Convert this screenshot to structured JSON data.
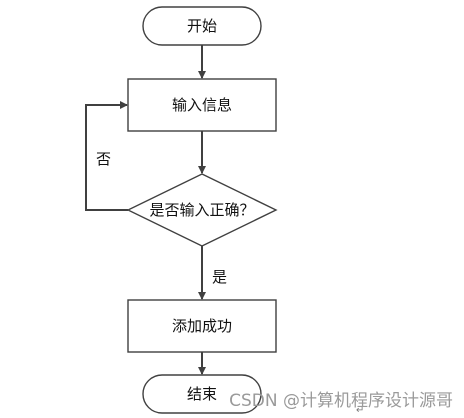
{
  "nodes": {
    "start": "开始",
    "input": "输入信息",
    "decision": "是否输入正确？",
    "success": "添加成功",
    "end": "结束"
  },
  "edges": {
    "no_label": "否",
    "yes_label": "是"
  },
  "watermark": "CSDN @计算机程序设计源哥",
  "colors": {
    "stroke": "#404040",
    "node_fill": "#ffffff",
    "text": "#111111",
    "watermark": "#9a9a9a"
  }
}
